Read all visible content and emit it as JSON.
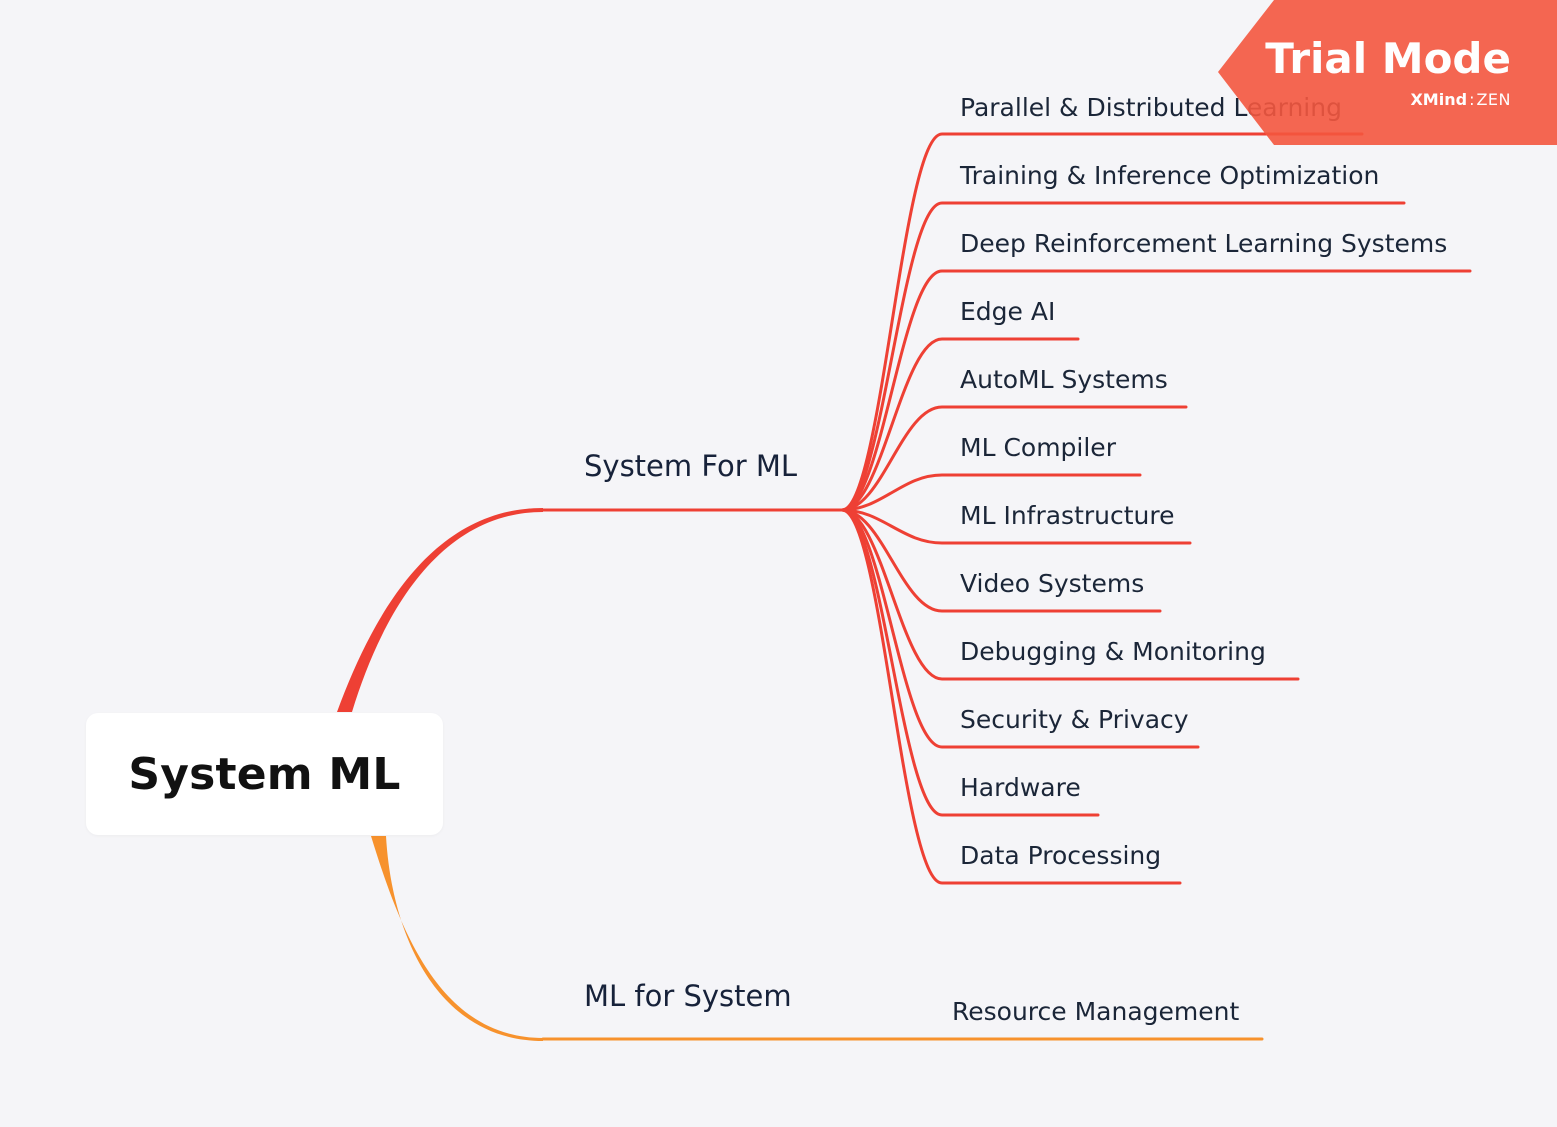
{
  "root": {
    "label": "System ML"
  },
  "branches": [
    {
      "label": "System For ML",
      "color": "#ee4034",
      "children": [
        {
          "label": "Parallel & Distributed Learning"
        },
        {
          "label": "Training & Inference Optimization"
        },
        {
          "label": "Deep Reinforcement Learning Systems"
        },
        {
          "label": "Edge AI"
        },
        {
          "label": "AutoML Systems"
        },
        {
          "label": "ML Compiler"
        },
        {
          "label": "ML Infrastructure"
        },
        {
          "label": "Video Systems"
        },
        {
          "label": "Debugging & Monitoring"
        },
        {
          "label": "Security & Privacy"
        },
        {
          "label": "Hardware"
        },
        {
          "label": "Data Processing"
        }
      ]
    },
    {
      "label": "ML for System",
      "color": "#f7922d",
      "children": [
        {
          "label": "Resource Management"
        }
      ]
    }
  ],
  "watermark": {
    "title": "Trial Mode",
    "brand_name": "XMind",
    "brand_separator": ":",
    "brand_edition": "ZEN",
    "color": "#f4573f"
  }
}
